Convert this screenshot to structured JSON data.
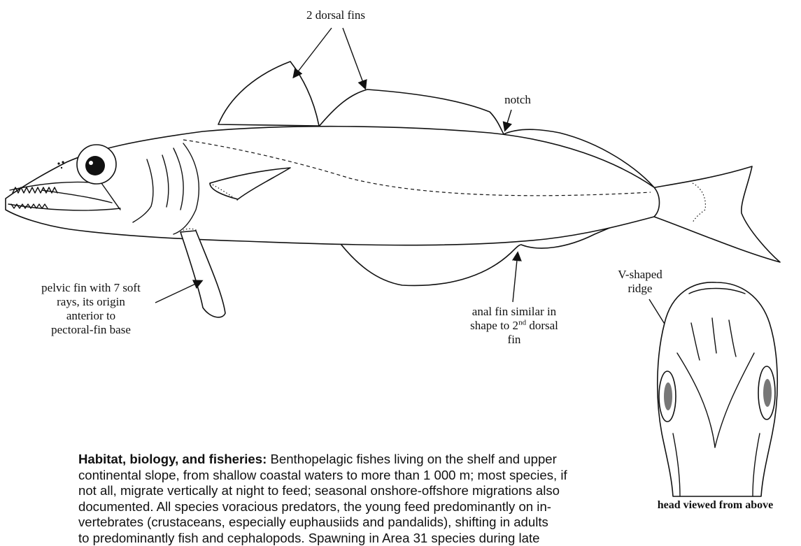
{
  "labels": {
    "dorsal": "2 dorsal fins",
    "notch": "notch",
    "pelvic_line1": "pelvic fin with 7 soft",
    "pelvic_line2": "rays, its origin",
    "pelvic_line3": "anterior to",
    "pelvic_line4": "pectoral-fin base",
    "anal_line1": "anal fin similar in",
    "anal_line2_pre": "shape to 2",
    "anal_line2_sup": "nd",
    "anal_line2_post": " dorsal",
    "anal_line3": "fin",
    "vridge_line1": "V-shaped",
    "vridge_line2": "ridge"
  },
  "head_caption": "head viewed from above",
  "paragraph": {
    "heading": "Habitat, biology, and fisheries:",
    "lines": [
      " Benthopelagic fishes living on the shelf and upper",
      "continental slope, from shallow coastal waters to more than 1 000 m; most species, if",
      "not all, migrate vertically at night to feed; seasonal onshore-offshore migrations also",
      "documented. All species voracious predators, the young feed predominantly on in-",
      "vertebrates (crustaceans, especially euphausiids and pandalids), shifting in adults",
      "to predominantly fish and cephalopods. Spawning in Area 31 species during late"
    ]
  }
}
